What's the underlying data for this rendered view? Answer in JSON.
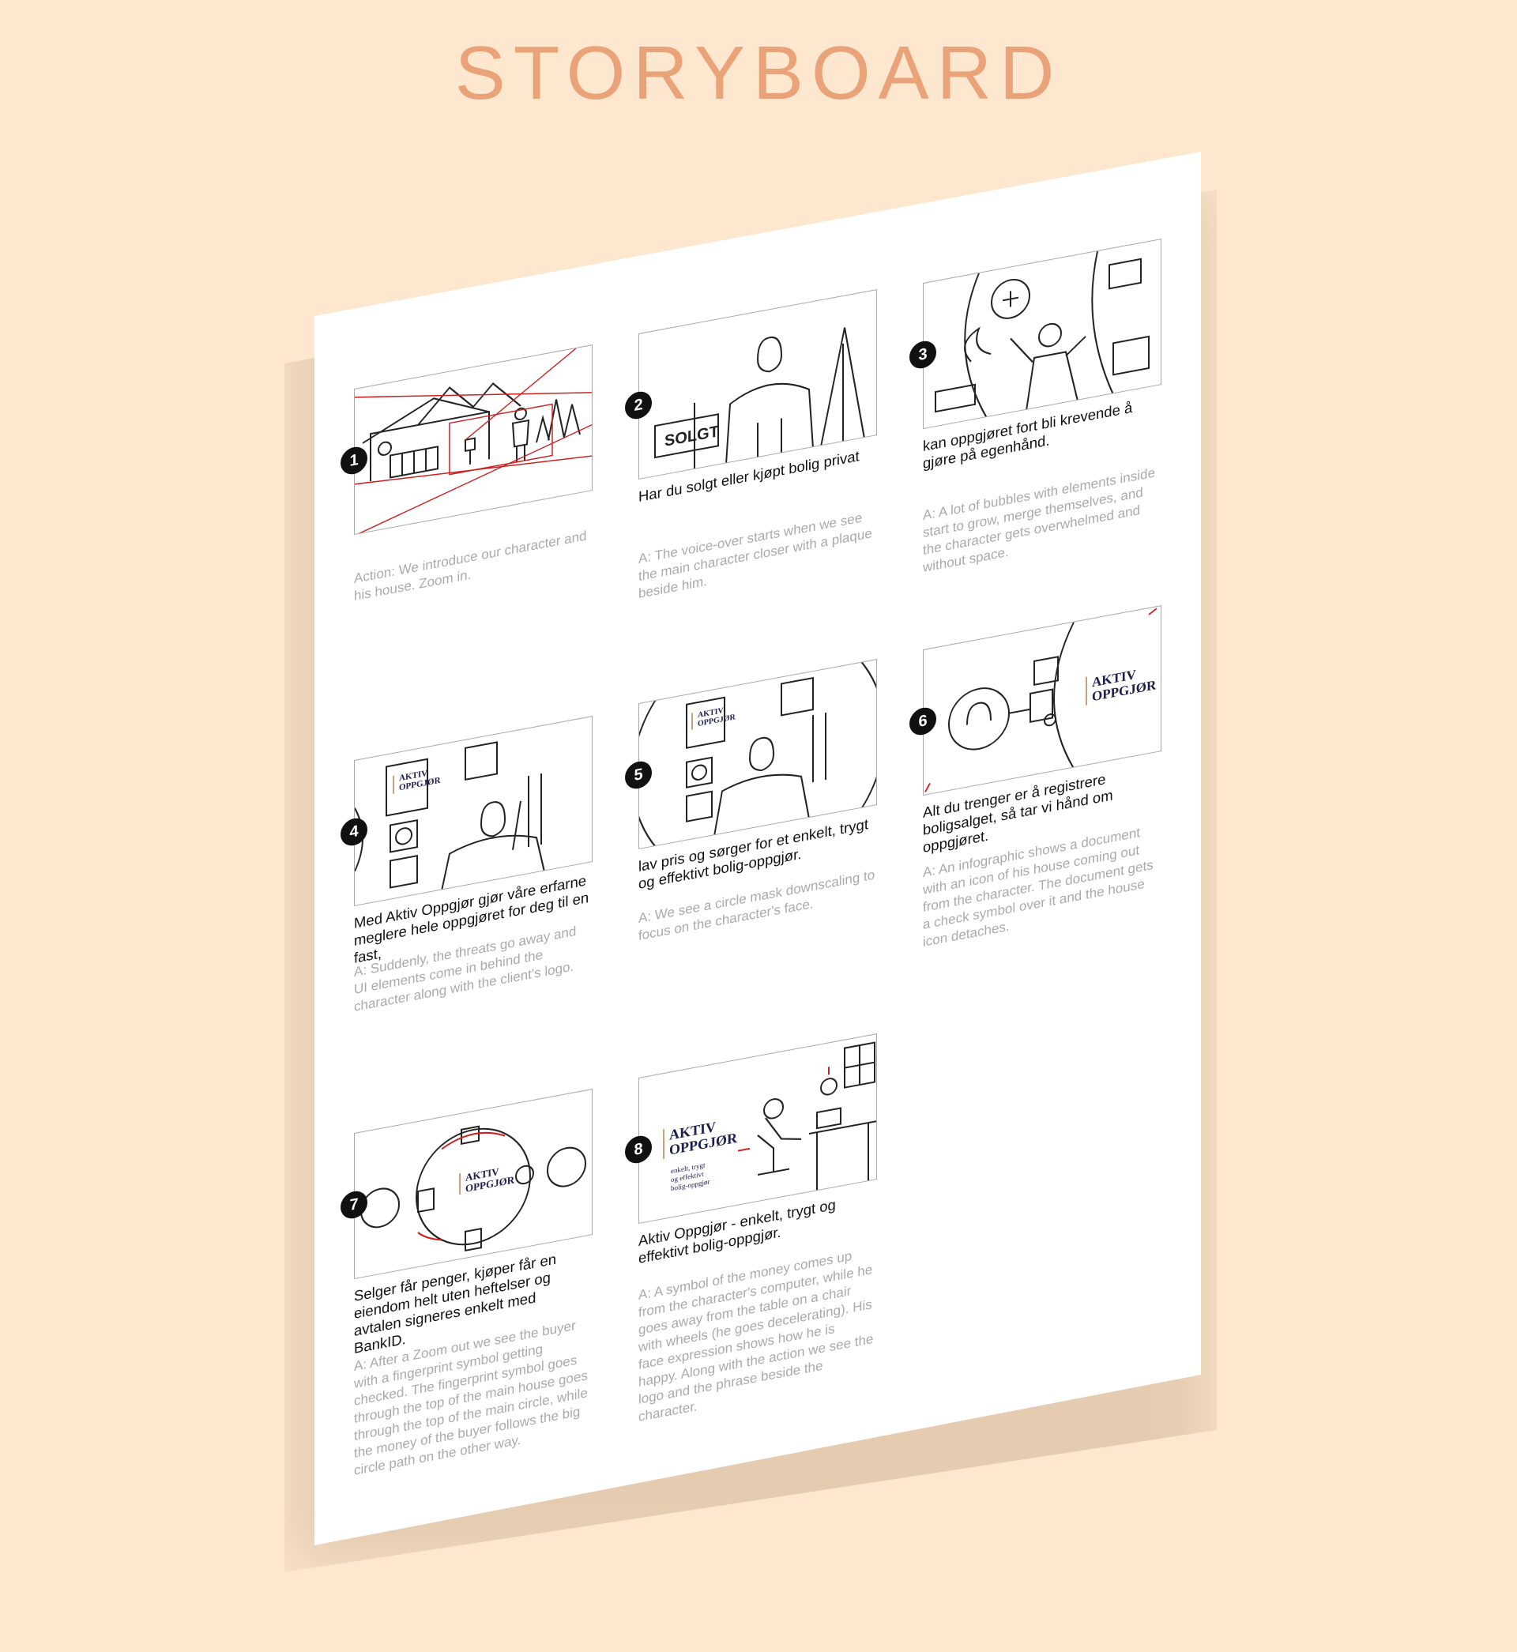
{
  "title": "STORYBOARD",
  "panels": [
    {
      "number": "1",
      "voiceover": "",
      "action": "Action: We introduce our character and his house. Zoom in."
    },
    {
      "number": "2",
      "voiceover": "Har du solgt eller kjøpt bolig privat",
      "action": "A: The voice-over starts when we see the main character closer with a plaque beside him.",
      "sign": "SOLGT"
    },
    {
      "number": "3",
      "voiceover": "kan oppgjøret fort bli krevende å gjøre på egenhånd.",
      "action": "A: A lot of bubbles with elements inside start to grow, merge themselves, and the character gets overwhelmed and without space."
    },
    {
      "number": "4",
      "voiceover": "Med Aktiv Oppgjør gjør våre erfarne meglere hele oppgjøret for deg til en fast,",
      "action": "A: Suddenly, the threats go away and UI elements come in behind the character along with the client's logo."
    },
    {
      "number": "5",
      "voiceover": "lav pris og sørger for et enkelt, trygt og effektivt bolig-oppgjør.",
      "action": "A: We see a circle mask downscaling to focus on the character's face."
    },
    {
      "number": "6",
      "voiceover": "Alt du trenger er å registrere boligsalget, så tar vi hånd om oppgjøret.",
      "action": "A: An infographic shows a document with an icon of his house coming out from the character. The document gets a check symbol over it and the house icon detaches."
    },
    {
      "number": "7",
      "voiceover": "Selger får penger, kjøper får en eiendom helt uten heftelser og avtalen signeres enkelt med BankID.",
      "action": "A: After a Zoom out we see the buyer with a fingerprint symbol getting checked. The fingerprint symbol goes through the top of the main house goes through the top of the main circle, while the money of the buyer follows the big circle path on the other way."
    },
    {
      "number": "8",
      "voiceover": "Aktiv Oppgjør - enkelt, trygt og effektivt bolig-oppgjør.",
      "action": "A: A symbol of the money comes up from the character's computer, while he goes away from the table on a chair with wheels (he goes decelerating). His face expression shows how he is happy. Along with the action we see the logo and the phrase beside the character."
    }
  ],
  "logo": {
    "line1": "AKTIV",
    "line2": "OPPGJØR",
    "tagline1": "enkelt, trygt",
    "tagline2": "og effektivt",
    "tagline3": "bolig-oppgjør"
  },
  "colors": {
    "background": "#fde8cf",
    "title": "#eaa278",
    "logo": "#1e1e4e",
    "arrow": "#cc2222"
  }
}
